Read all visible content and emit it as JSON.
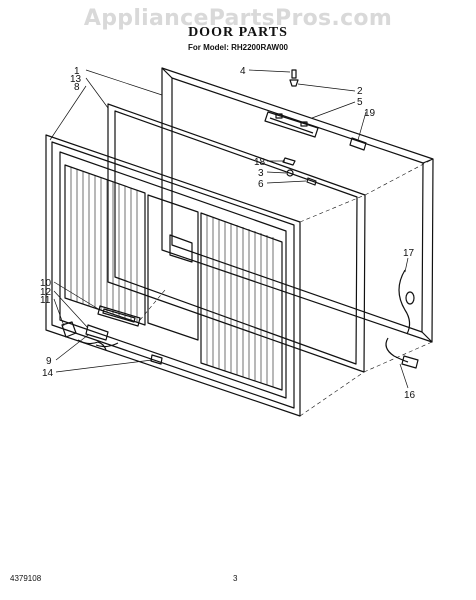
{
  "watermark": "AppliancePartsPros.com",
  "title": "DOOR PARTS",
  "subtitle": "For Model: RH2200RAW00",
  "footer": {
    "doc_number": "4379108",
    "page": "3"
  },
  "callouts": {
    "c1": "1",
    "c13": "13",
    "c8": "8",
    "c4": "4",
    "c2": "2",
    "c5": "5",
    "c19": "19",
    "c18": "18",
    "c3": "3",
    "c6": "6",
    "c17": "17",
    "c10": "10",
    "c12": "12",
    "c11": "11",
    "c9": "9",
    "c14": "14",
    "c16": "16"
  }
}
